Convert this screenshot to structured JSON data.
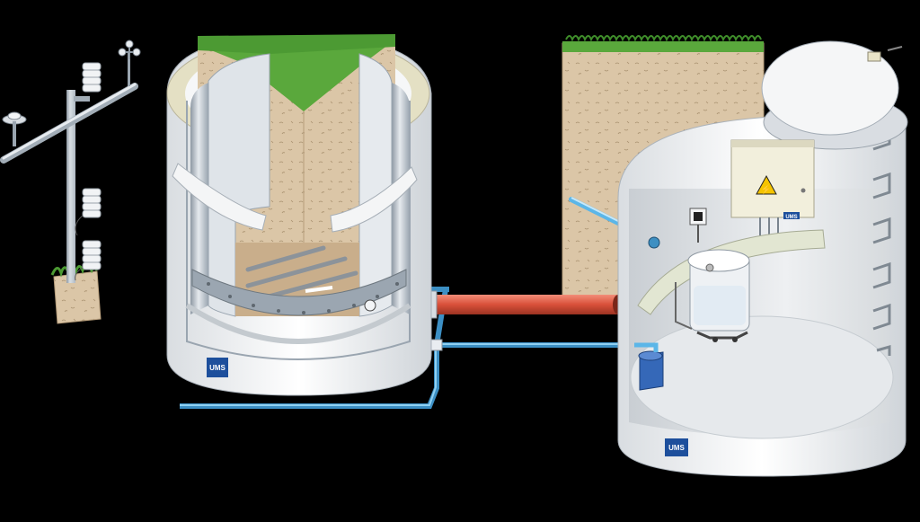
{
  "diagram": {
    "components": [
      {
        "id": "weather-station",
        "icon": "weather-mast-icon"
      },
      {
        "id": "lysimeter-vessel",
        "icon": "cylinder-vessel-icon"
      },
      {
        "id": "service-well",
        "icon": "control-shaft-icon"
      },
      {
        "id": "connection-pipe",
        "icon": "pipe-icon"
      },
      {
        "id": "drainage-pipe",
        "icon": "drain-icon"
      },
      {
        "id": "electrical-cabinet",
        "icon": "warning-triangle-icon"
      },
      {
        "id": "seepage-tank",
        "icon": "tank-icon"
      },
      {
        "id": "pump",
        "icon": "pump-icon"
      }
    ],
    "logos": {
      "vessel_logo": "UMS",
      "well_logo": "UMS",
      "cabinet_logo": "UMS"
    },
    "warning_symbol": "⚡"
  },
  "colors": {
    "background": "#000000",
    "soil": "#d9c4a6",
    "grass": "#5aa83c",
    "concrete": "#eceef0",
    "steel": "#b8c2cc",
    "pipe_red": "#e0604a",
    "pipe_blue": "#5bb6e8",
    "logo_blue": "#1d4f9c",
    "warning_yellow": "#f5c400"
  }
}
